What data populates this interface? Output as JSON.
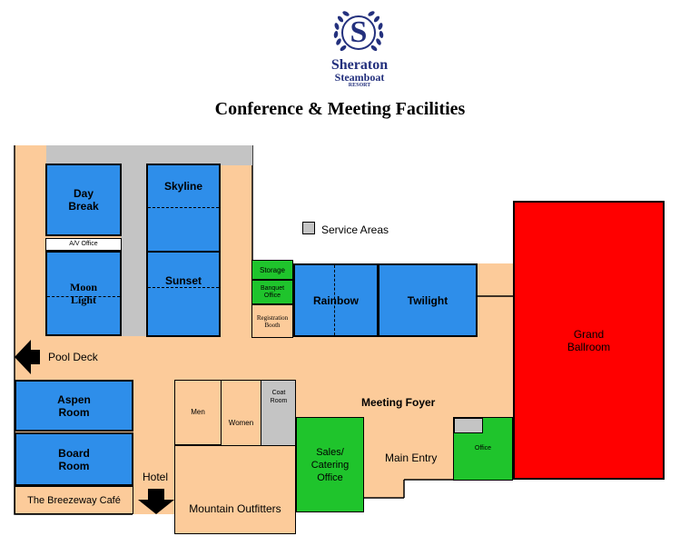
{
  "header": {
    "logo_letter": "S",
    "brand_line1": "Sheraton",
    "brand_line2": "Steamboat",
    "brand_line3": "RESORT",
    "title": "Conference & Meeting Facilities"
  },
  "legend": {
    "service_areas": "Service Areas"
  },
  "rooms": {
    "day_break": "Day\nBreak",
    "av_office": "A/V Office",
    "moon_light": "Moon\nLight",
    "skyline": "Skyline",
    "sunset": "Sunset",
    "storage": "Storage",
    "banquet_office": "Banquet\nOffice",
    "registration_booth": "Registration\nBooth",
    "rainbow": "Rainbow",
    "twilight": "Twilight",
    "grand_ballroom": "Grand\nBallroom",
    "aspen_room": "Aspen\nRoom",
    "board_room": "Board\nRoom",
    "breezeway_cafe": "The Breezeway Café",
    "men": "Men",
    "women": "Women",
    "coat_room": "Coat\nRoom",
    "sales_catering": "Sales/\nCatering\nOffice",
    "office": "Office",
    "mountain_outfitters": "Mountain Outfitters"
  },
  "labels": {
    "pool_deck": "Pool Deck",
    "meeting_foyer": "Meeting Foyer",
    "main_entry": "Main Entry",
    "hotel": "Hotel"
  },
  "colors": {
    "meeting_room": "#2e8eea",
    "office": "#1fc42c",
    "ballroom": "#ff0000",
    "corridor": "#fccb9a",
    "service": "#c4c4c4"
  }
}
